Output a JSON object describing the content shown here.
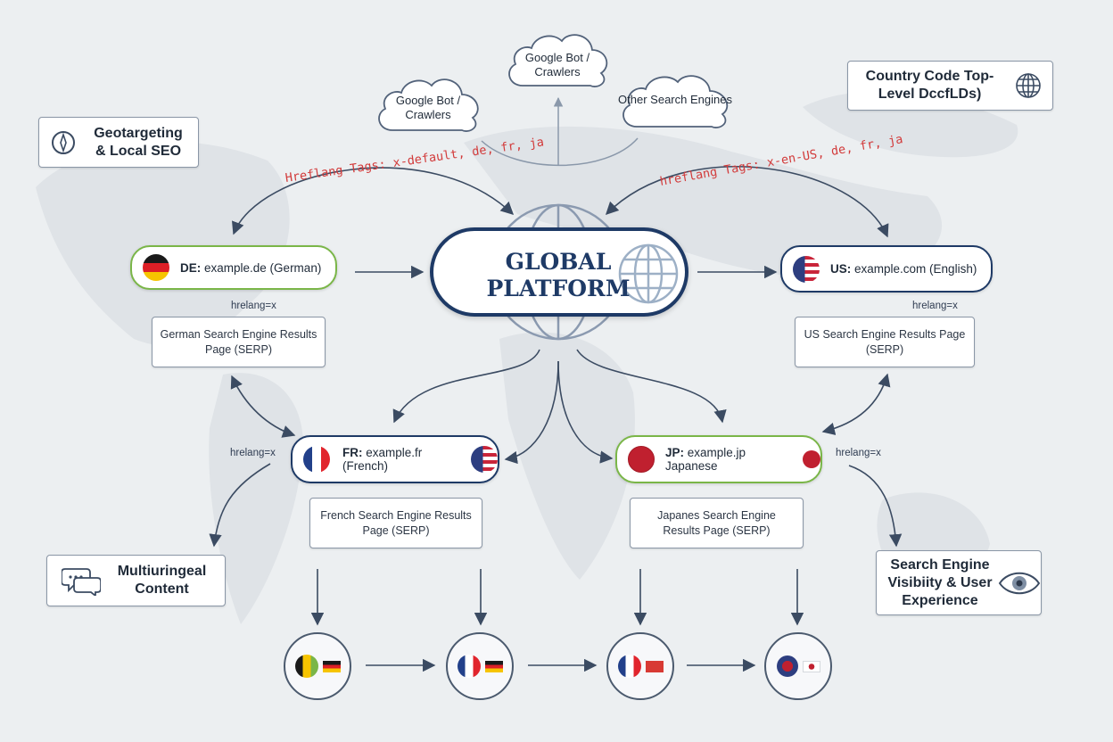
{
  "central": {
    "title": "GLOBAL PLATFORM"
  },
  "clouds": {
    "left": "Google Bot / Crawlers",
    "top": "Google Bot / Crawlers",
    "right": "Other Search Engines"
  },
  "info_boxes": {
    "geotargeting": "Geotargeting & Local SEO",
    "cctld": "Country Code Top-Level DccfLDs)",
    "multilingual": "Multiuringeal Content",
    "visibility": "Search Engine Visibiity & User Experience"
  },
  "hreflang_tags": {
    "left": "Hreflang Tags: x-default, de, fr, ja",
    "right": "hreflang Tags: x-en-US, de, fr, ja"
  },
  "sites": {
    "de": {
      "code": "DE:",
      "domain": "example.de (German)"
    },
    "us": {
      "code": "US:",
      "domain": "example.com (English)"
    },
    "fr": {
      "code": "FR:",
      "domain": "example.fr (French)"
    },
    "jp": {
      "code": "JP:",
      "domain": "example.jp Japanese"
    }
  },
  "hreflang_labels": {
    "de": "hrelang=x",
    "us": "hrelang=x",
    "fr": "hrelang=x",
    "jp": "hrelang=x"
  },
  "serp": {
    "de": "German Search Engine Results Page (SERP)",
    "us": "US Search Engine Results Page (SERP)",
    "fr": "French Search Engine Results Page (SERP)",
    "jp": "Japanes Search Engine Results Page (SERP)"
  },
  "colors": {
    "navy": "#1e3a66",
    "green": "#7ab648",
    "arrow": "#4b5a6e",
    "hreflang_red": "#d23a3a"
  },
  "icons": [
    "compass-icon",
    "globe-icon",
    "speech-bubbles-icon",
    "eye-icon",
    "cloud-icon",
    "flag-de-icon",
    "flag-us-icon",
    "flag-fr-icon",
    "flag-jp-icon"
  ]
}
